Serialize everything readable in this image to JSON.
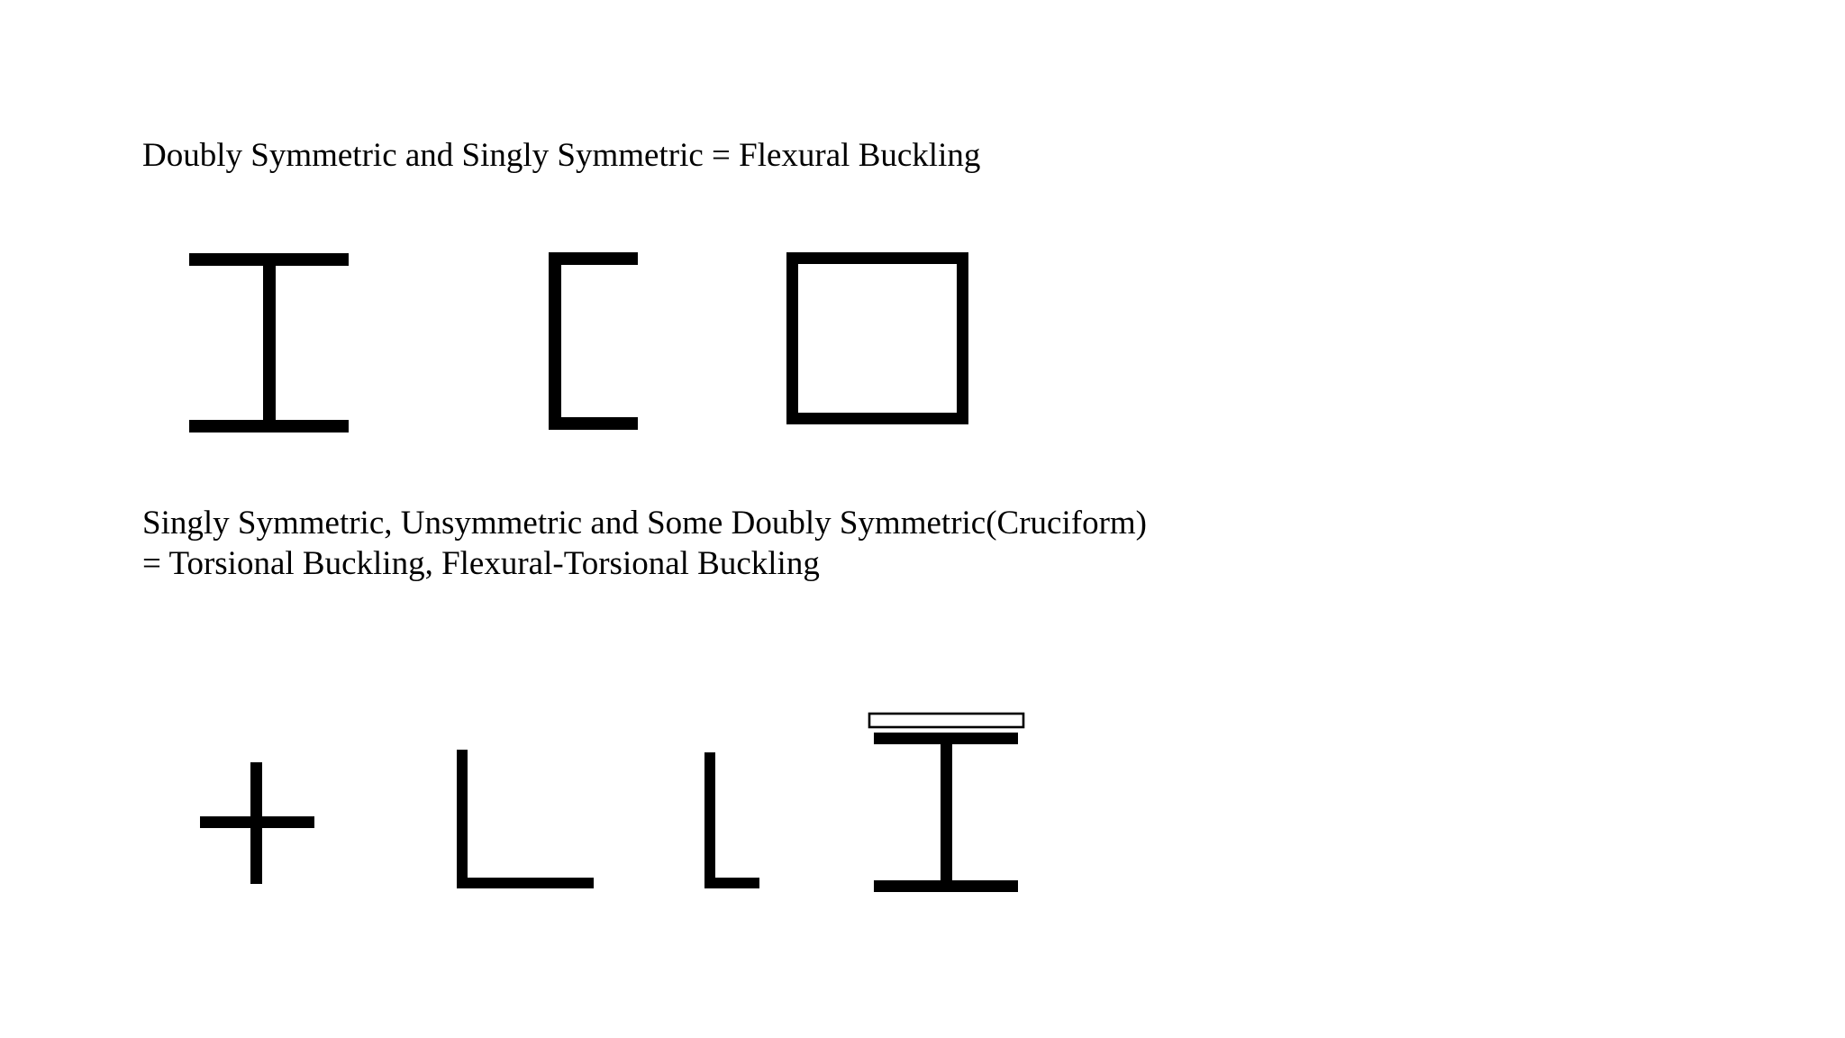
{
  "flexural_group": {
    "title": "Doubly Symmetric and Singly Symmetric = Flexural Buckling",
    "sections": [
      "i-beam-icon",
      "channel-section-icon",
      "box-section-icon"
    ]
  },
  "torsional_group": {
    "title_line_1": "Singly Symmetric, Unsymmetric and Some Doubly Symmetric(Cruciform)",
    "title_line_2": "= Torsional Buckling, Flexural-Torsional Buckling",
    "sections": [
      "cruciform-section-icon",
      "equal-angle-section-icon",
      "unequal-angle-section-icon",
      "i-beam-with-cover-plate-icon"
    ]
  },
  "colors": {
    "background": "#ffffff",
    "ink": "#000000"
  }
}
